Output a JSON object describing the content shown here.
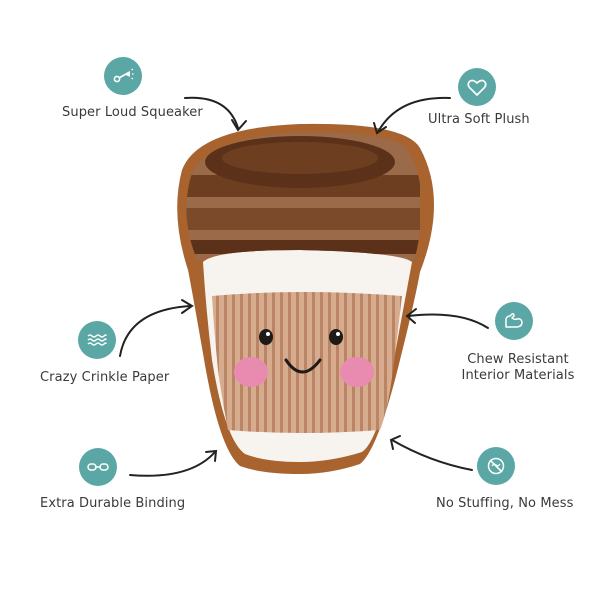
{
  "features": {
    "squeaker": {
      "label": "Super Loud Squeaker",
      "icon": "squeaker-icon"
    },
    "plush": {
      "label": "Ultra Soft Plush",
      "icon": "heart-icon"
    },
    "crinkle": {
      "label": "Crazy Crinkle Paper",
      "icon": "waves-icon"
    },
    "chew": {
      "label_line1": "Chew Resistant",
      "label_line2": "Interior Materials",
      "icon": "flexed-arm-icon"
    },
    "binding": {
      "label": "Extra Durable Binding",
      "icon": "chain-icon"
    },
    "stuffing": {
      "label": "No Stuffing, No Mess",
      "icon": "no-stuffing-icon"
    }
  },
  "colors": {
    "badge": "#5aa7a5",
    "binding": "#a8632e",
    "lid_dark": "#5b3219",
    "lid_light": "#9a6a49",
    "sleeve": "#c99a7c",
    "cup_white": "#f7f4f0",
    "cheek": "#e98ab0",
    "text": "#3a3a3a"
  }
}
